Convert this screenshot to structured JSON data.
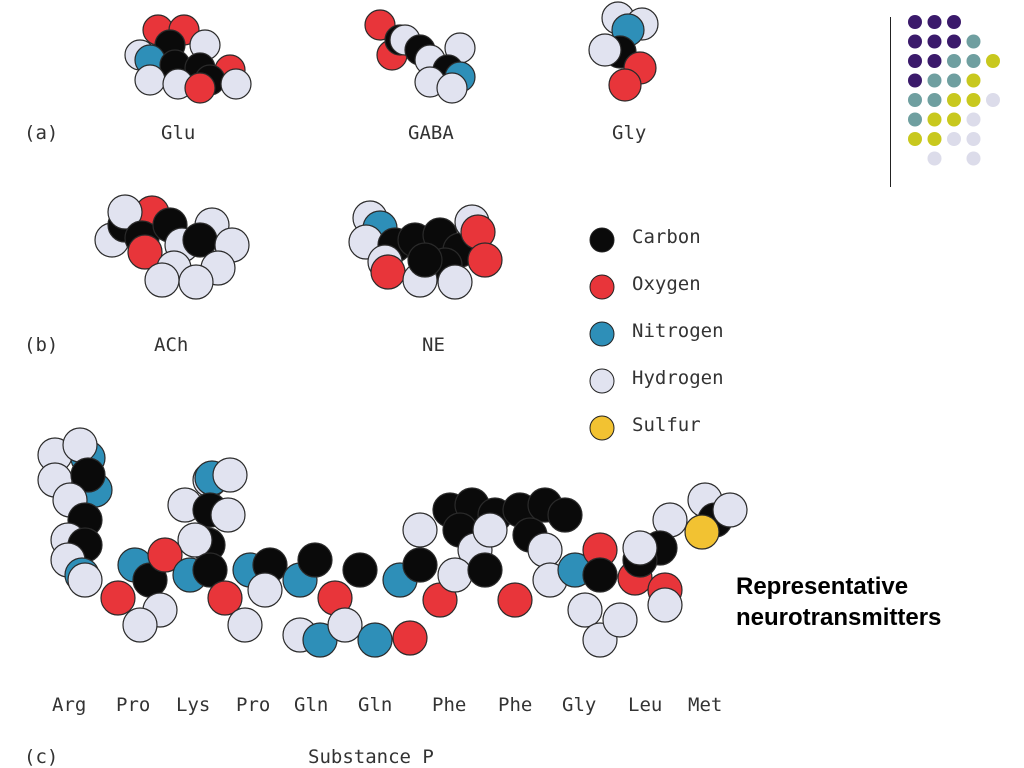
{
  "colors": {
    "carbon": "#0a0a0a",
    "oxygen": "#e8353a",
    "nitrogen": "#2e8fb8",
    "hydrogen": "#e1e3f0",
    "sulfur": "#f2c232",
    "deco_purple": "#3b1a6b",
    "deco_teal": "#6f9fa0",
    "deco_yellow": "#c8c81e",
    "deco_lavender": "#dcdcea"
  },
  "panels": {
    "a": {
      "tag": "(a)",
      "molecules": [
        "Glu",
        "GABA",
        "Gly"
      ]
    },
    "b": {
      "tag": "(b)",
      "molecules": [
        "ACh",
        "NE"
      ]
    },
    "c": {
      "tag": "(c)",
      "residues": [
        "Arg",
        "Pro",
        "Lys",
        "Pro",
        "Gln",
        "Gln",
        "Phe",
        "Phe",
        "Gly",
        "Leu",
        "Met"
      ],
      "name": "Substance P"
    }
  },
  "legend": [
    {
      "label": "Carbon",
      "color": "#0a0a0a"
    },
    {
      "label": "Oxygen",
      "color": "#e8353a"
    },
    {
      "label": "Nitrogen",
      "color": "#2e8fb8"
    },
    {
      "label": "Hydrogen",
      "color": "#e1e3f0"
    },
    {
      "label": "Sulfur",
      "color": "#f2c232"
    }
  ],
  "caption": {
    "line1": "Representative",
    "line2": "neurotransmitters"
  },
  "decor": {
    "grid": [
      [
        "P",
        "P",
        "P",
        "",
        "",
        ""
      ],
      [
        "P",
        "P",
        "P",
        "T",
        "",
        ""
      ],
      [
        "P",
        "P",
        "T",
        "T",
        "Y",
        ""
      ],
      [
        "P",
        "T",
        "T",
        "Y",
        "",
        ""
      ],
      [
        "T",
        "T",
        "Y",
        "Y",
        "L",
        ""
      ],
      [
        "T",
        "Y",
        "Y",
        "L",
        "",
        ""
      ],
      [
        "Y",
        "Y",
        "L",
        "L",
        "",
        ""
      ],
      [
        "",
        "L",
        "",
        "L",
        "",
        ""
      ]
    ]
  }
}
